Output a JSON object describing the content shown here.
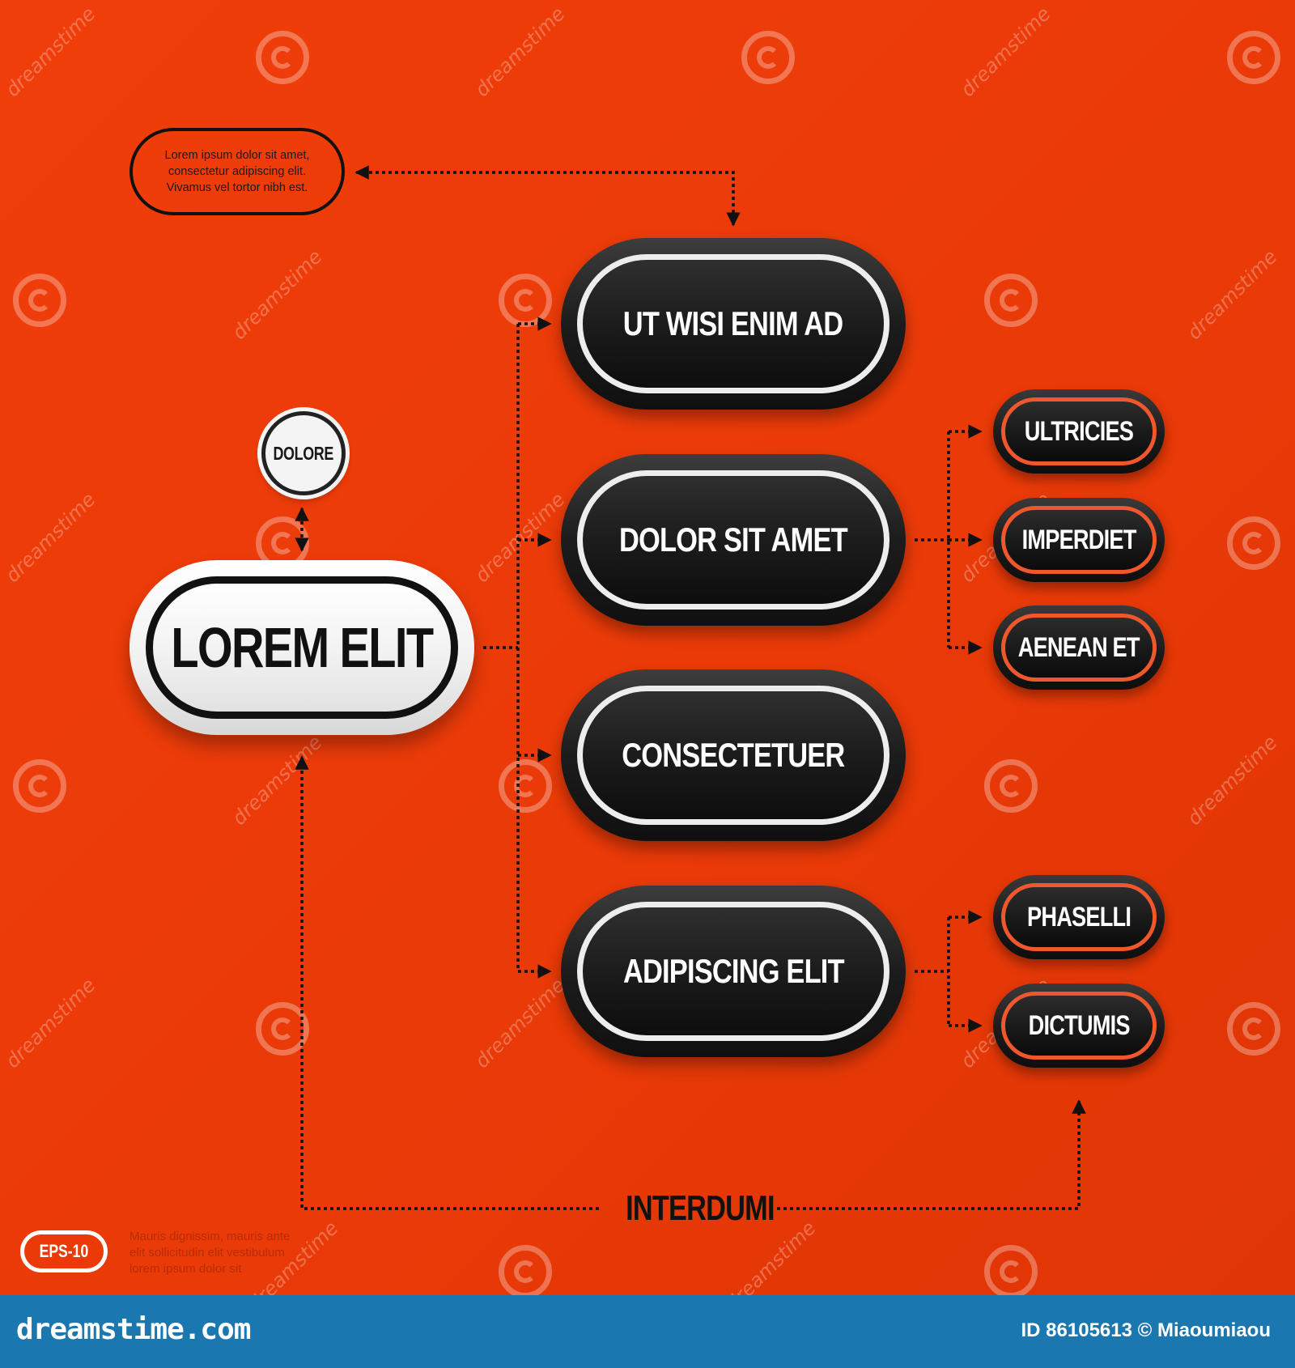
{
  "note": {
    "text": "Lorem ipsum dolor sit amet,\nconsectetur adipiscing elit.\nVivamus vel tortor nibh est."
  },
  "main_node": {
    "label": "LOREM ELIT"
  },
  "circle_node": {
    "label": "DOLORE"
  },
  "branches": [
    {
      "label": "UT WISI ENIM AD"
    },
    {
      "label": "DOLOR SIT AMET"
    },
    {
      "label": "CONSECTETUER"
    },
    {
      "label": "ADIPISCING ELIT"
    }
  ],
  "sub_nodes": [
    {
      "label": "ULTRICIES"
    },
    {
      "label": "IMPERDIET"
    },
    {
      "label": "AENEAN ET"
    },
    {
      "label": "PHASELLI"
    },
    {
      "label": "DICTUMIS"
    }
  ],
  "bottom_label": "INTERDUMI",
  "badge": "EPS-10",
  "fine_print": "Mauris dignissim, mauris ante\nelit sollicitudin elit vestibulum\nlorem ipsum dolor sit",
  "watermark": {
    "text": "dreamstime"
  },
  "footer": {
    "site": "dreamstime.com",
    "credit": "ID 86105613 © Miaoumiaou"
  },
  "colors": {
    "background": "#ea3a08",
    "accent_ring": "#f1572c",
    "footer": "#1b77b0"
  }
}
